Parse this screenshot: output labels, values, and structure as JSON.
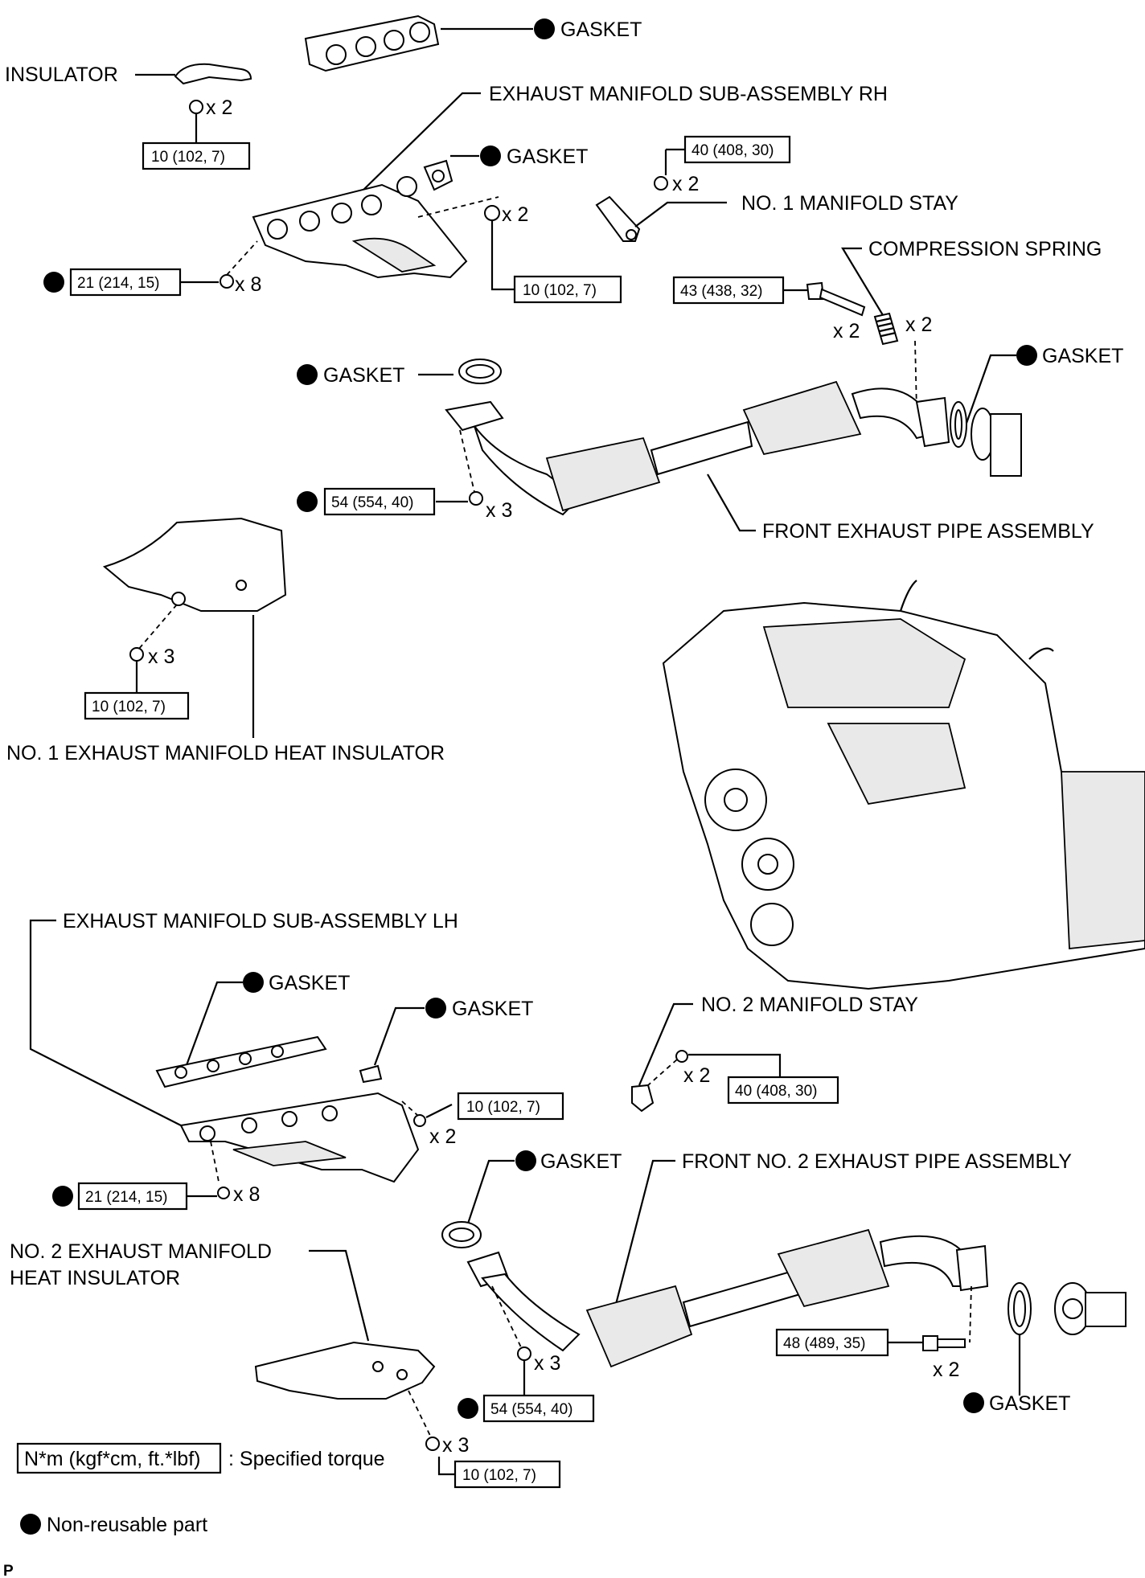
{
  "labels": {
    "gasket": "GASKET",
    "insulator": "INSULATOR",
    "exh_manifold_rh": "EXHAUST MANIFOLD SUB-ASSEMBLY RH",
    "no1_stay": "NO. 1 MANIFOLD STAY",
    "compression_spring": "COMPRESSION SPRING",
    "front_pipe": "FRONT EXHAUST PIPE ASSEMBLY",
    "no1_heat_insulator": "NO. 1 EXHAUST MANIFOLD HEAT INSULATOR",
    "exh_manifold_lh": "EXHAUST MANIFOLD SUB-ASSEMBLY LH",
    "no2_stay": "NO. 2 MANIFOLD STAY",
    "front_no2_pipe": "FRONT NO. 2 EXHAUST PIPE ASSEMBLY",
    "no2_heat_insulator_l1": "NO. 2 EXHAUST MANIFOLD",
    "no2_heat_insulator_l2": "HEAT INSULATOR"
  },
  "torques": {
    "t10": "10 (102, 7)",
    "t21": "21 (214, 15)",
    "t40": "40 (408, 30)",
    "t43": "43 (438, 32)",
    "t54": "54 (554, 40)",
    "t48": "48 (489, 35)"
  },
  "quantities": {
    "x2": "x 2",
    "x3": "x 3",
    "x8": "x 8"
  },
  "legend": {
    "torque_format": "N*m (kgf*cm, ft.*lbf)",
    "torque_desc": ": Specified torque",
    "nonreusable": "Non-reusable part"
  },
  "corner_mark": "P"
}
